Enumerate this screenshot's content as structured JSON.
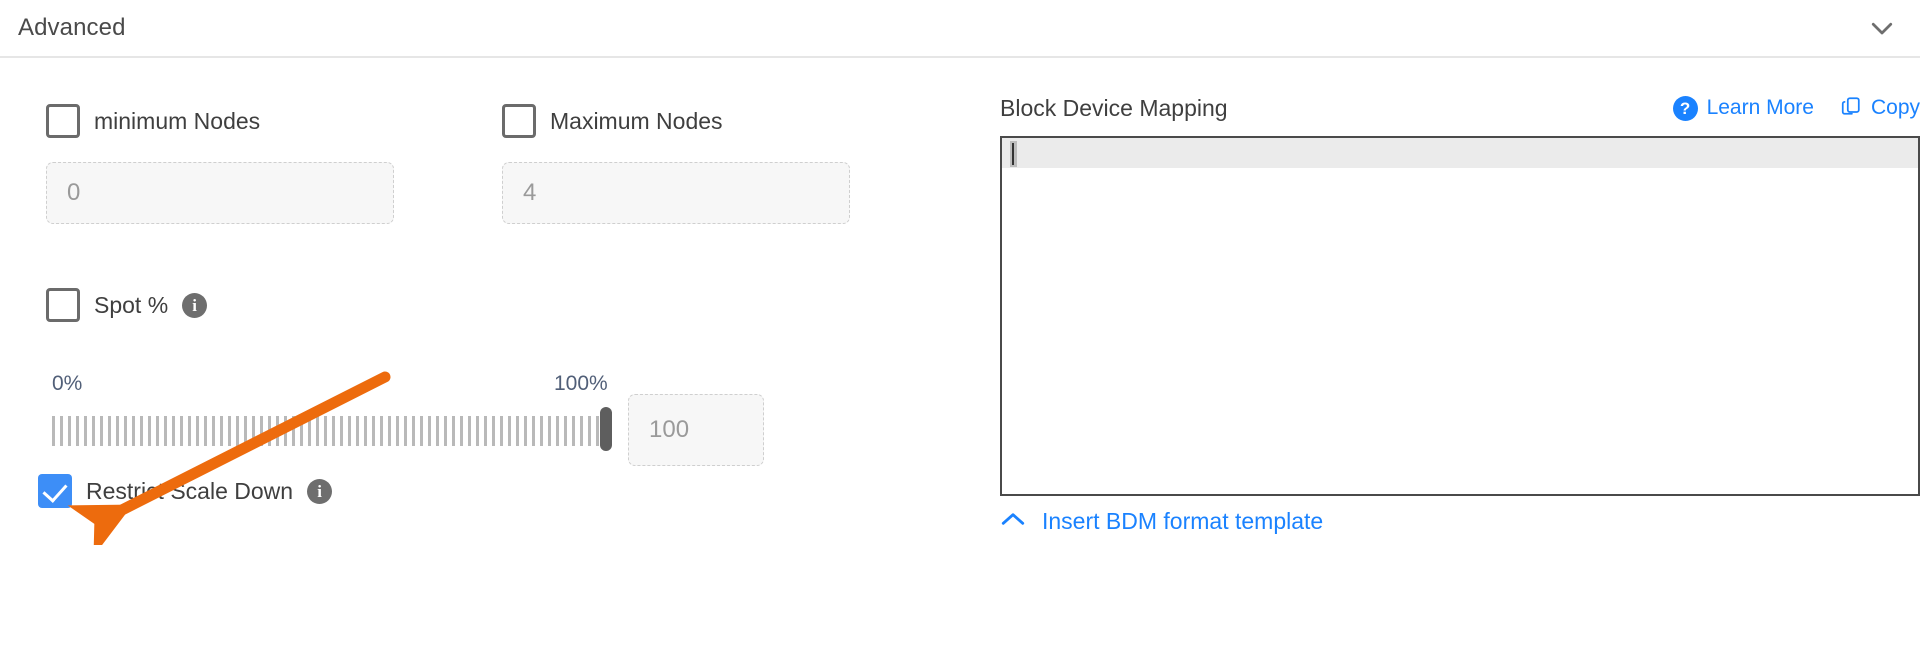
{
  "section": {
    "title": "Advanced",
    "collapse_icon": "chevron-down-icon"
  },
  "left": {
    "min_nodes": {
      "label": "minimum Nodes",
      "checked": false,
      "field_placeholder": "0"
    },
    "max_nodes": {
      "label": "Maximum Nodes",
      "checked": false,
      "field_placeholder": "4"
    },
    "spot_percent": {
      "label": "Spot %",
      "checked": false,
      "info_icon": "info-icon"
    },
    "slider": {
      "min_label": "0%",
      "max_label": "100%",
      "value": "100",
      "value_placeholder": "100",
      "thumb_position_percent": 100
    },
    "restrict_scale_down": {
      "label": "Restrict Scale Down",
      "checked": true,
      "info_icon": "info-icon",
      "checked_color": "#3d8ef7"
    }
  },
  "right": {
    "title": "Block Device Mapping",
    "learn_more": {
      "label": "Learn More",
      "icon": "question-circle-icon"
    },
    "copy": {
      "label": "Copy",
      "icon": "copy-icon"
    },
    "editor": {
      "content": "",
      "active_line": 1
    },
    "insert_template": {
      "label": "Insert BDM format template",
      "icon": "chevron-up-icon"
    }
  },
  "annotation": {
    "arrow_color": "#ED6B0D",
    "points_to": "restrict-scale-down-checkbox"
  }
}
